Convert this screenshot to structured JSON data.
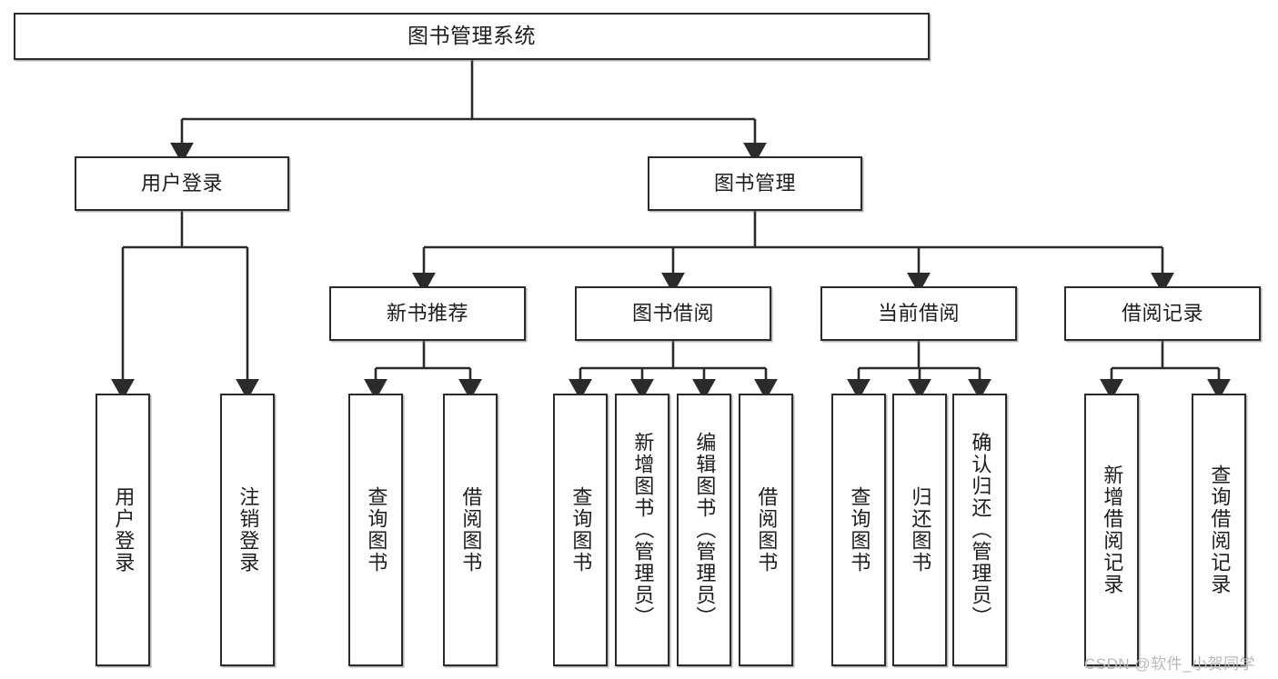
{
  "diagram": {
    "type": "tree-hierarchy",
    "title": "图书管理系统",
    "root": {
      "label": "图书管理系统"
    },
    "level2": [
      {
        "label": "用户登录"
      },
      {
        "label": "图书管理"
      }
    ],
    "level3": [
      {
        "label": "新书推荐"
      },
      {
        "label": "图书借阅"
      },
      {
        "label": "当前借阅"
      },
      {
        "label": "借阅记录"
      }
    ],
    "leaves": {
      "user_login": [
        {
          "label": "用户登录"
        },
        {
          "label": "注销登录"
        }
      ],
      "new_book_recommend": [
        {
          "label": "查询图书"
        },
        {
          "label": "借阅图书"
        }
      ],
      "book_borrow": [
        {
          "label": "查询图书"
        },
        {
          "label": "新增图书（管理员）"
        },
        {
          "label": "编辑图书（管理员）"
        },
        {
          "label": "借阅图书"
        }
      ],
      "current_borrow": [
        {
          "label": "查询图书"
        },
        {
          "label": "归还图书"
        },
        {
          "label": "确认归还（管理员）"
        }
      ],
      "borrow_records": [
        {
          "label": "新增借阅记录"
        },
        {
          "label": "查询借阅记录"
        }
      ]
    }
  },
  "watermark": {
    "text": "CSDN @软件_小贺同学"
  },
  "colors": {
    "border": "#2b2b2b",
    "background": "#ffffff",
    "text": "#1d1d1d",
    "watermark": "#b9b9b9"
  }
}
